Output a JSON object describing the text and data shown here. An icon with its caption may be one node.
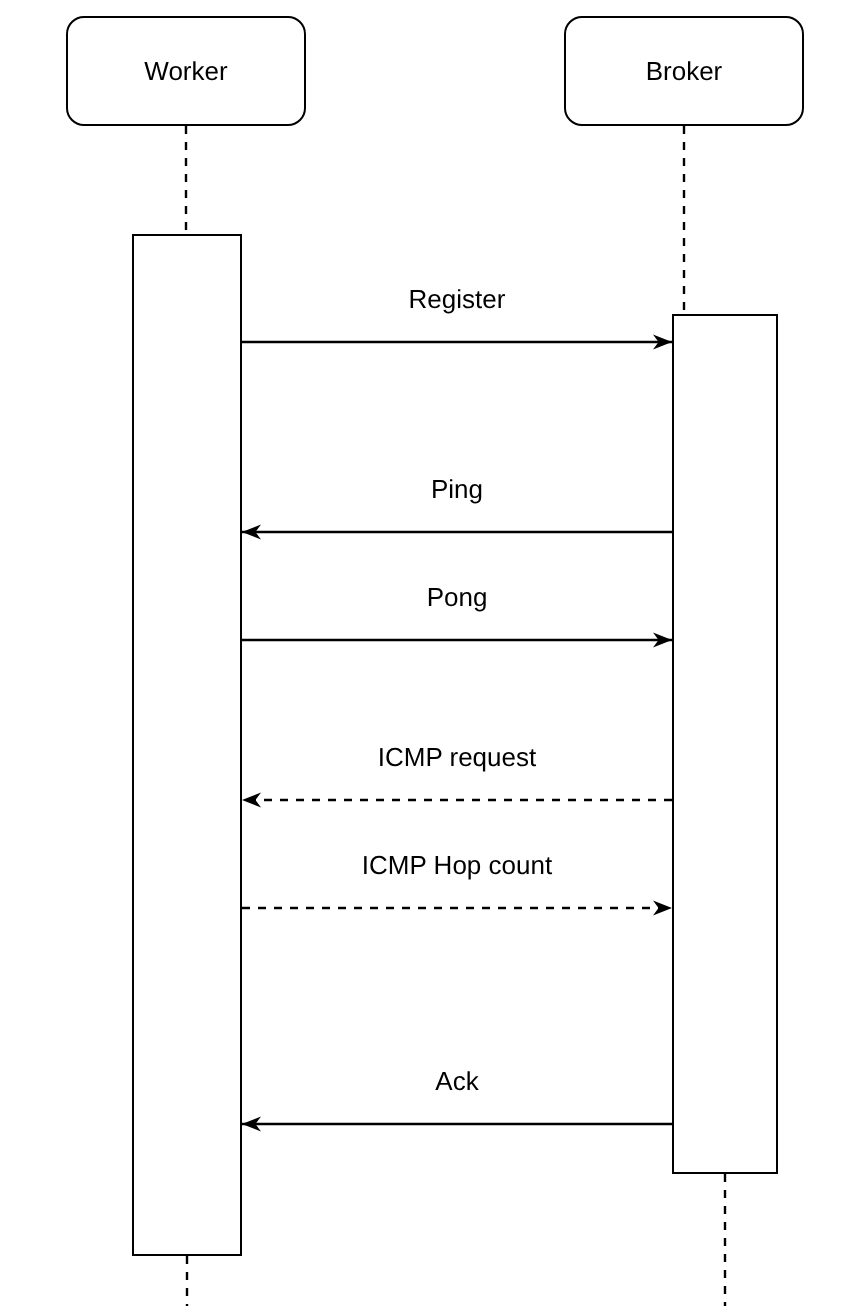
{
  "diagram": {
    "nodes": [
      {
        "text": [
          "Worker"
        ]
      },
      {
        "text": [
          "Broker"
        ]
      },
      {
        "text": [],
        "shape": "bar"
      },
      {
        "text": [],
        "shape": "bar"
      }
    ],
    "edges": [
      {
        "from": 0,
        "to": 2,
        "arrow": "none",
        "style": "dashed"
      },
      {
        "from": 1,
        "to": 3,
        "arrow": "none",
        "style": "dashed"
      },
      {
        "from": 2,
        "to": null,
        "arrow": "none",
        "style": "dashed"
      },
      {
        "from": 3,
        "to": null,
        "arrow": "none",
        "style": "dashed"
      },
      {
        "from": 2,
        "to": 3,
        "arrow": "to",
        "label": "Register"
      },
      {
        "from": 3,
        "to": 2,
        "arrow": "to",
        "label": "Ping"
      },
      {
        "from": 2,
        "to": 3,
        "arrow": "to",
        "label": "Pong"
      },
      {
        "from": 3,
        "to": 2,
        "arrow": "to",
        "label": "ICMP request",
        "style": "dashed"
      },
      {
        "from": 2,
        "to": 3,
        "arrow": "to",
        "label": "ICMP Hop count",
        "style": "dashed"
      },
      {
        "from": 3,
        "to": 2,
        "arrow": "to",
        "label": "Ack"
      }
    ]
  }
}
